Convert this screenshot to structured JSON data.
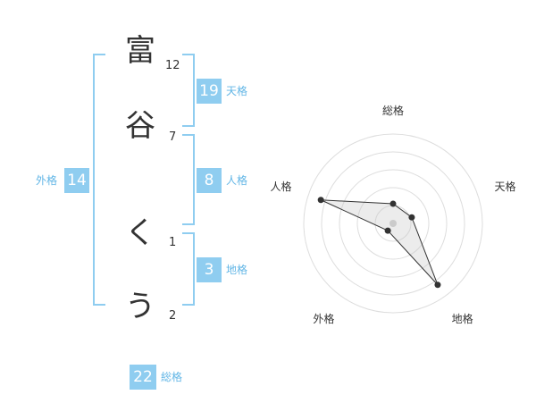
{
  "name_chars": [
    {
      "char": "富",
      "strokes": "12"
    },
    {
      "char": "谷",
      "strokes": "7"
    },
    {
      "char": "く",
      "strokes": "1"
    },
    {
      "char": "う",
      "strokes": "2"
    }
  ],
  "fortunes": {
    "tenkaku": {
      "value": "19",
      "label": "天格"
    },
    "jinkaku": {
      "value": "8",
      "label": "人格"
    },
    "chikaku": {
      "value": "3",
      "label": "地格"
    },
    "gaikaku": {
      "value": "14",
      "label": "外格"
    },
    "soukaku": {
      "value": "22",
      "label": "総格"
    }
  },
  "radar": {
    "axes": [
      "総格",
      "天格",
      "地格",
      "外格",
      "人格"
    ],
    "values": [
      0.22,
      0.22,
      0.85,
      0.1,
      0.85
    ]
  }
}
